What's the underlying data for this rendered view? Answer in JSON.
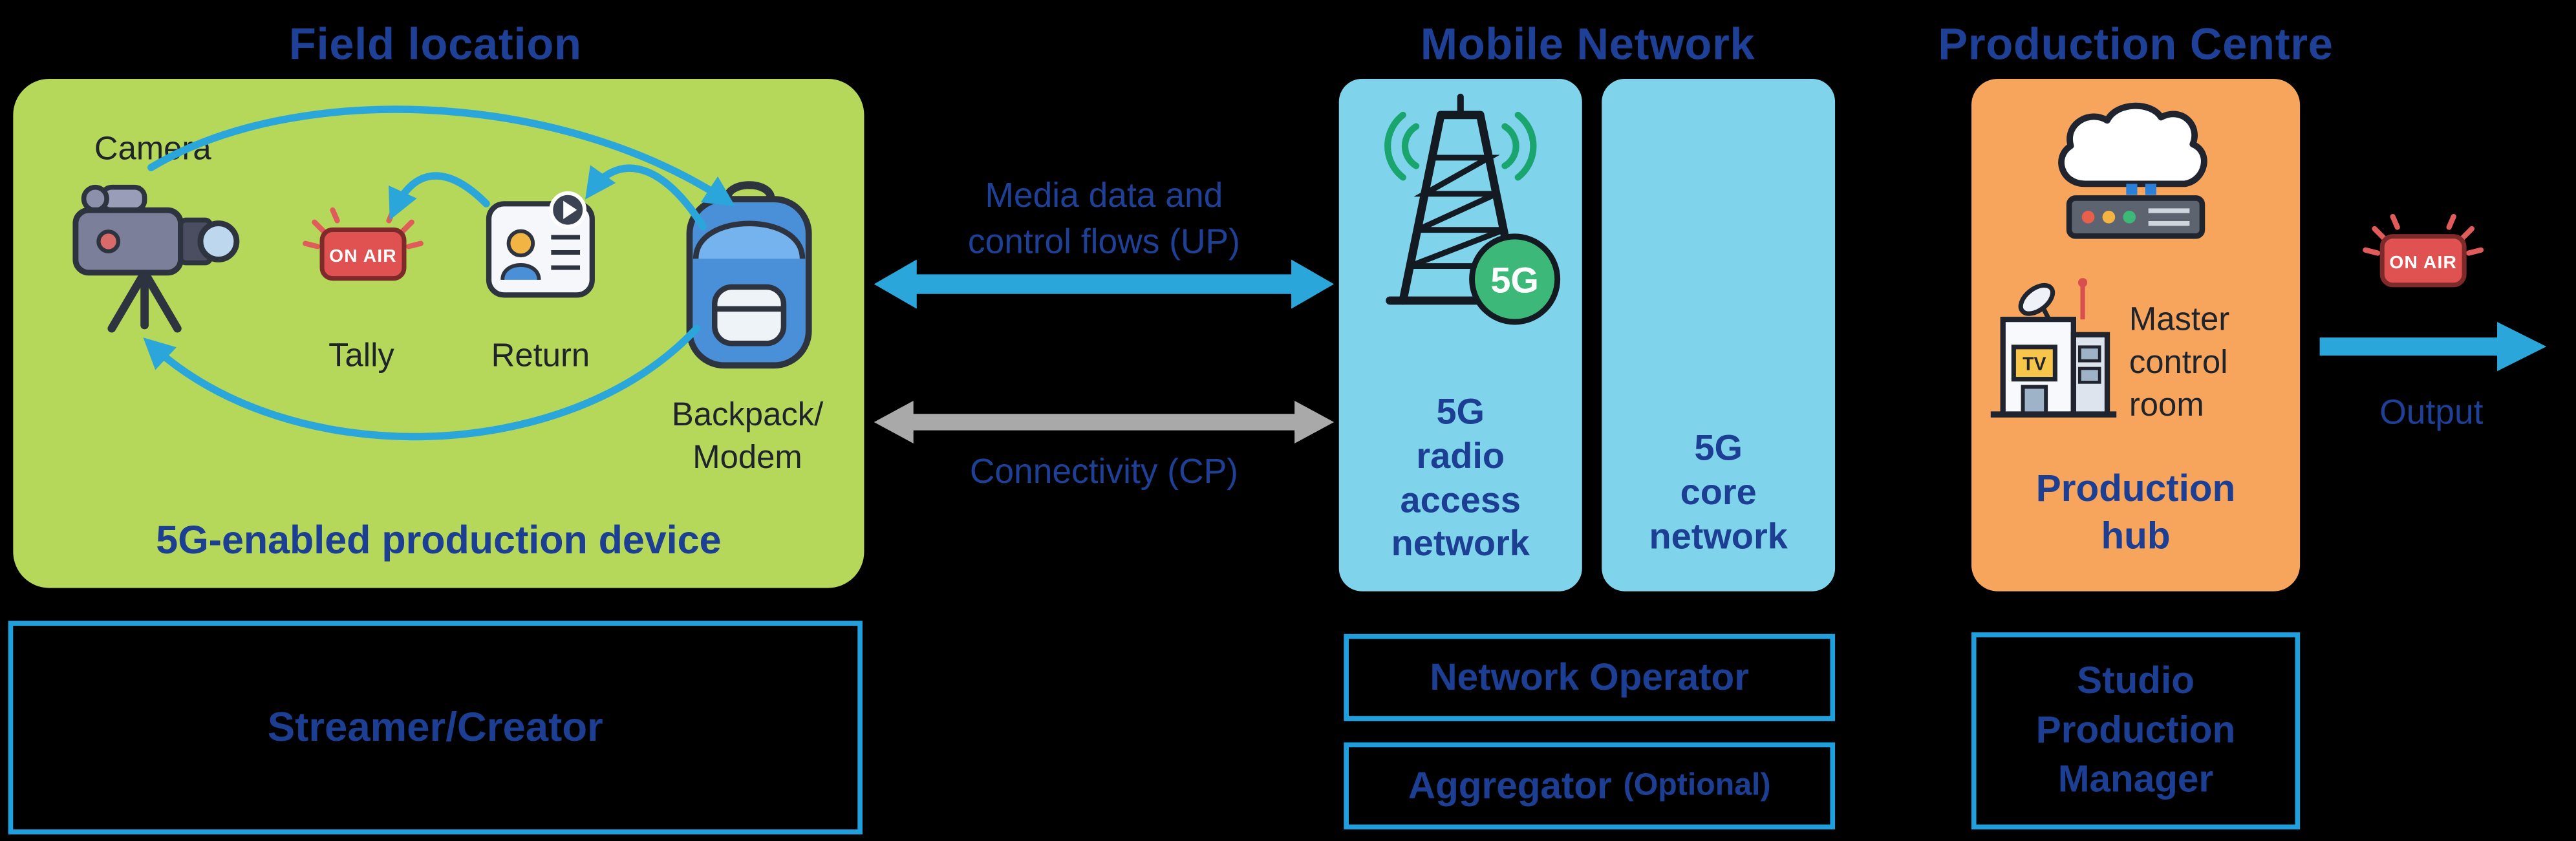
{
  "colors": {
    "background": "#000000",
    "heading_text": "#1e4096",
    "box_text_navy": "#1c3f94",
    "field_box_fill": "#b5d75a",
    "network_box_fill": "#7fd4ec",
    "production_box_fill": "#f7a55c",
    "role_box_border": "#1f9fdd",
    "arrow_media_blue": "#2ba6da",
    "arrow_connectivity_gray": "#a9a9a9",
    "on_air_red": "#e05252",
    "tower_5g_green": "#3cb878"
  },
  "icons": {
    "camera": "video-camera-icon",
    "tally": "on-air-tally-icon",
    "return": "return-feed-screen-icon",
    "backpack": "backpack-modem-icon",
    "tower": "cell-tower-5g-icon",
    "cloud_server": "cloud-server-icon",
    "building": "broadcast-building-icon",
    "output_on_air": "on-air-sign-icon",
    "media_arrow": "double-headed-arrow-icon",
    "connectivity_arrow": "double-headed-arrow-icon",
    "output_arrow": "right-arrow-icon"
  },
  "field_location": {
    "title": "Field location",
    "camera_label": "Camera",
    "tally_on_air": "ON AIR",
    "tally_label": "Tally",
    "return_label": "Return",
    "backpack_label": "Backpack/\nModem",
    "device_label": "5G-enabled production device",
    "role_label": "Streamer/Creator"
  },
  "connections": {
    "media_label": "Media data and\ncontrol flows (UP)",
    "connectivity_label": "Connectivity (CP)"
  },
  "mobile_network": {
    "title": "Mobile Network",
    "tower_badge": "5G",
    "ran_label": "5G\nradio\naccess\nnetwork",
    "core_label": "5G\ncore\nnetwork",
    "operator_label": "Network Operator",
    "aggregator_label": "Aggregator",
    "aggregator_optional": "(Optional)"
  },
  "production_centre": {
    "title": "Production Centre",
    "tv_label": "TV",
    "master_control_label": "Master\ncontrol\nroom",
    "hub_label": "Production\nhub",
    "role_label": "Studio\nProduction\nManager"
  },
  "output": {
    "on_air": "ON AIR",
    "label": "Output"
  }
}
